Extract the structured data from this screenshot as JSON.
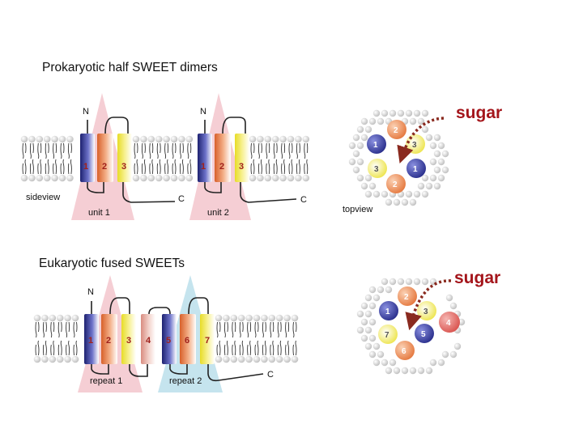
{
  "titles": {
    "prokaryotic": "Prokaryotic half SWEET dimers",
    "eukaryotic": "Eukaryotic fused SWEETs"
  },
  "labels": {
    "sideview": "sideview",
    "topview": "topview",
    "unit1": "unit 1",
    "unit2": "unit 2",
    "repeat1": "repeat 1",
    "repeat2": "repeat 2",
    "n_terminus": "N",
    "c_terminus": "C",
    "sugar": "sugar"
  },
  "prokaryotic_helices": {
    "unit1": [
      "1",
      "2",
      "3"
    ],
    "unit2": [
      "1",
      "2",
      "3"
    ]
  },
  "eukaryotic_helices": [
    "1",
    "2",
    "3",
    "4",
    "5",
    "6",
    "7"
  ],
  "prokaryotic_pore": [
    "2",
    "3",
    "1",
    "1",
    "3",
    "2"
  ],
  "eukaryotic_pore": [
    "2",
    "3",
    "1",
    "4",
    "7",
    "5",
    "6"
  ],
  "colors": {
    "helix1": "#3a3f9c",
    "helix2": "#e8834a",
    "helix3": "#f0ea55",
    "helix4": "#e9b7ad",
    "helix5": "#3a3f9c",
    "helix6": "#e8834a",
    "helix7": "#f0ea55",
    "pink_triangle": "#f3c6cd",
    "blue_triangle": "#bfe1ec",
    "sugar_arrow": "#8a2a1f",
    "membrane_head": "#d9d9d9"
  }
}
